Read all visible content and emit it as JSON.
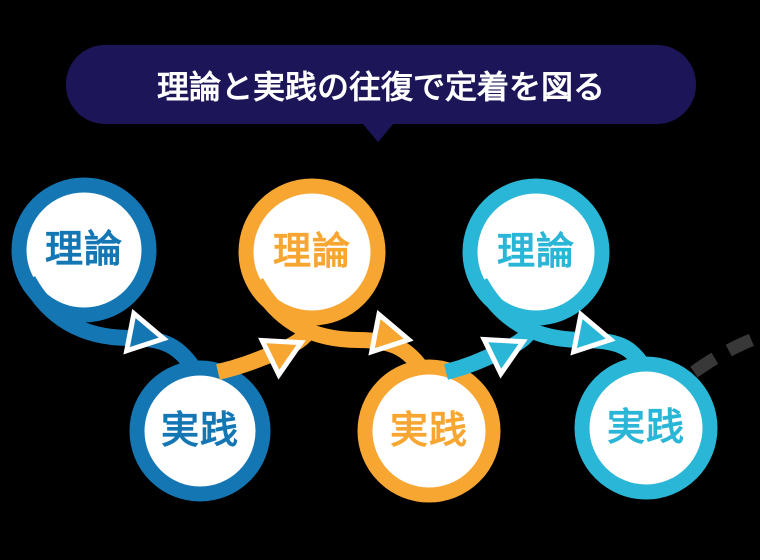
{
  "header": {
    "title": "理論と実践の往復で定着を図る",
    "bg_color": "#1c1659",
    "text_color": "#ffffff",
    "pointer": "down"
  },
  "diagram": {
    "pairs": [
      {
        "color": "#1477b4",
        "top_label": "理論",
        "bottom_label": "実践"
      },
      {
        "color": "#f8a632",
        "top_label": "理論",
        "bottom_label": "実践"
      },
      {
        "color": "#2ab6d7",
        "top_label": "理論",
        "bottom_label": "実践"
      }
    ],
    "flow": {
      "description": "curved-loop-arrows-alternating-theory-practice",
      "arrowhead_outline": "#ffffff"
    },
    "continuation": {
      "style": "dashed",
      "color": "#383838"
    },
    "background": "#000000"
  }
}
